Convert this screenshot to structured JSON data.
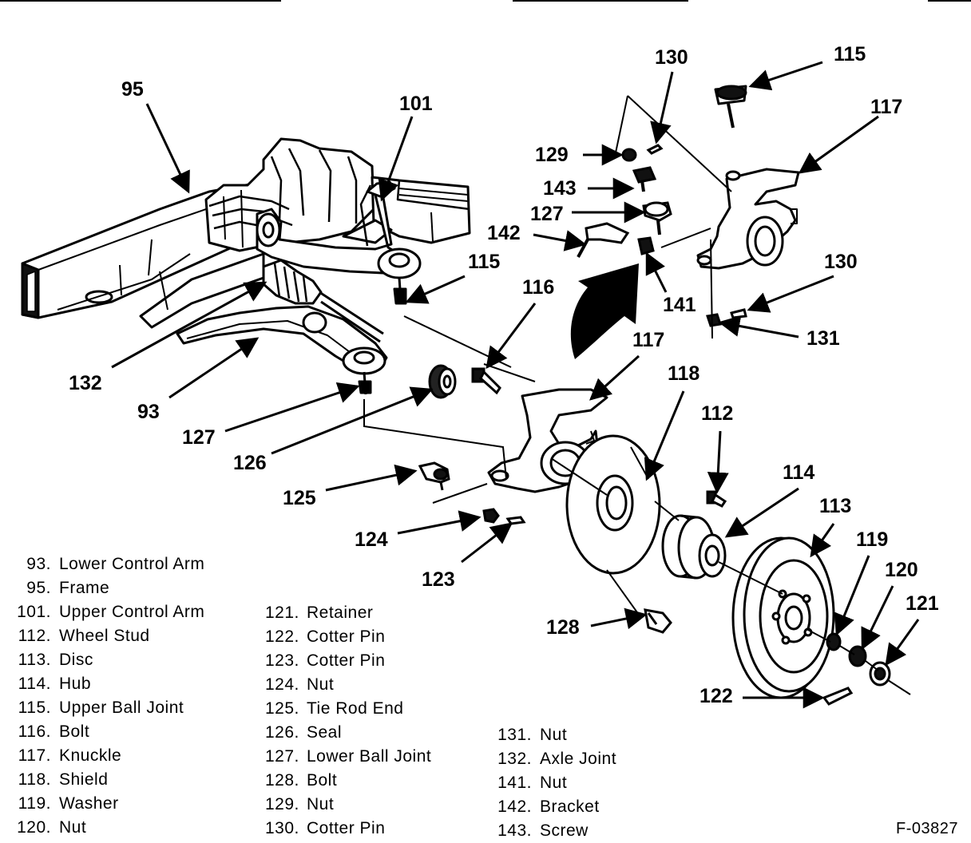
{
  "figure_code": "F-03827",
  "callouts": {
    "c95": "95",
    "c101": "101",
    "c130a": "130",
    "c115a": "115",
    "c117a": "117",
    "c129": "129",
    "c143": "143",
    "c127a": "127",
    "c142": "142",
    "c115b": "115",
    "c130b": "130",
    "c116": "116",
    "c141": "141",
    "c131": "131",
    "c117b": "117",
    "c132": "132",
    "c118": "118",
    "c93": "93",
    "c112": "112",
    "c127b": "127",
    "c126": "126",
    "c114": "114",
    "c113": "113",
    "c125": "125",
    "c119": "119",
    "c120": "120",
    "c124": "124",
    "c121": "121",
    "c123": "123",
    "c128": "128",
    "c122": "122"
  },
  "legend_col_1": [
    {
      "num": "93.",
      "label": "Lower Control Arm"
    },
    {
      "num": "95.",
      "label": "Frame"
    },
    {
      "num": "101.",
      "label": "Upper Control Arm"
    },
    {
      "num": "112.",
      "label": "Wheel Stud"
    },
    {
      "num": "113.",
      "label": "Disc"
    },
    {
      "num": "114.",
      "label": "Hub"
    },
    {
      "num": "115.",
      "label": "Upper Ball Joint"
    },
    {
      "num": "116.",
      "label": "Bolt"
    },
    {
      "num": "117.",
      "label": "Knuckle"
    },
    {
      "num": "118.",
      "label": "Shield"
    },
    {
      "num": "119.",
      "label": "Washer"
    },
    {
      "num": "120.",
      "label": "Nut"
    }
  ],
  "legend_col_2": [
    {
      "num": "121.",
      "label": "Retainer"
    },
    {
      "num": "122.",
      "label": "Cotter Pin"
    },
    {
      "num": "123.",
      "label": "Cotter Pin"
    },
    {
      "num": "124.",
      "label": "Nut"
    },
    {
      "num": "125.",
      "label": "Tie Rod End"
    },
    {
      "num": "126.",
      "label": "Seal"
    },
    {
      "num": "127.",
      "label": "Lower Ball Joint"
    },
    {
      "num": "128.",
      "label": "Bolt"
    },
    {
      "num": "129.",
      "label": "Nut"
    },
    {
      "num": "130.",
      "label": "Cotter Pin"
    }
  ],
  "legend_col_3": [
    {
      "num": "131.",
      "label": "Nut"
    },
    {
      "num": "132.",
      "label": "Axle Joint"
    },
    {
      "num": "141.",
      "label": "Nut"
    },
    {
      "num": "142.",
      "label": "Bracket"
    },
    {
      "num": "143.",
      "label": "Screw"
    }
  ]
}
